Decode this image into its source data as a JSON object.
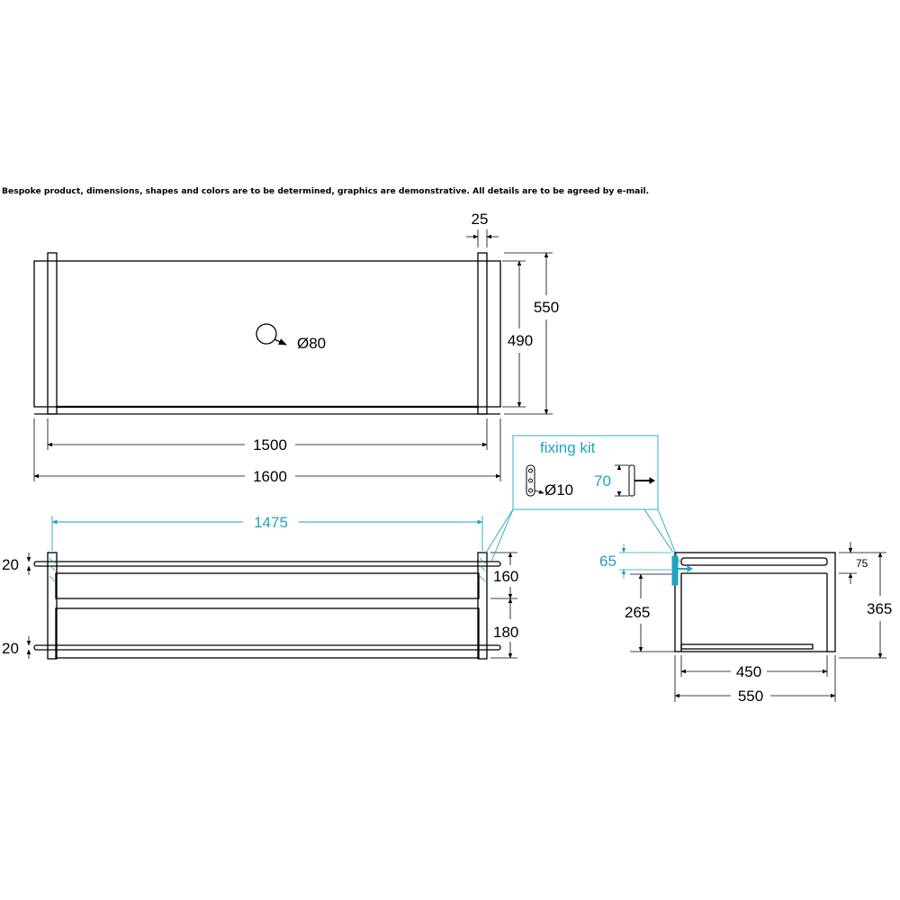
{
  "note": "Bespoke product, dimensions, shapes and colors are to be determined, graphics are demonstrative. All details are to be agreed by e-mail.",
  "colors": {
    "line": "#000000",
    "accent": "#1fa3c2"
  },
  "top_view": {
    "dim_bracket_width": "25",
    "dim_outer_depth": "550",
    "dim_inner_depth": "490",
    "dim_hole": "Ø80",
    "dim_inner_length": "1500",
    "dim_outer_length": "1600"
  },
  "front_view": {
    "dim_bracket_span": "1475",
    "dim_rail_top": "20",
    "dim_rail_bottom": "20",
    "dim_upper_height": "160",
    "dim_lower_height": "180"
  },
  "fixing_kit": {
    "title": "fixing kit",
    "dim_screw_hole": "Ø10",
    "dim_bolt_length": "70"
  },
  "side_view": {
    "dim_bolt_offset": "65",
    "dim_mount_height": "265",
    "dim_top_rail": "75",
    "dim_total_height": "365",
    "dim_inner_width": "450",
    "dim_outer_width": "550"
  }
}
